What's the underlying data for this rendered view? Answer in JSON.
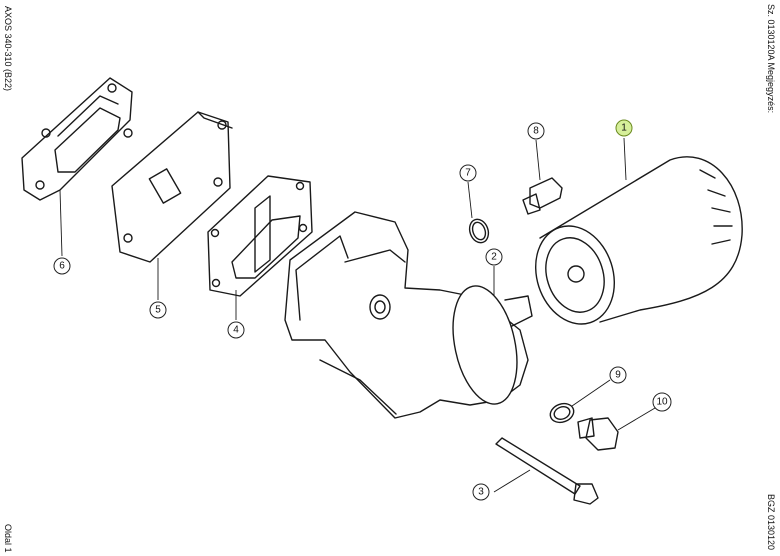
{
  "header": {
    "model_code": "AXOS 340-310 (B22)",
    "sheet_title": "Sz. 0130120A  Megjegyzés:"
  },
  "footer": {
    "page": "Oldal 1",
    "group_code": "BGZ 0130120"
  },
  "callouts": [
    {
      "id": "1",
      "highlighted": true
    },
    {
      "id": "2",
      "highlighted": false
    },
    {
      "id": "3",
      "highlighted": false
    },
    {
      "id": "4",
      "highlighted": false
    },
    {
      "id": "5",
      "highlighted": false
    },
    {
      "id": "6",
      "highlighted": false
    },
    {
      "id": "7",
      "highlighted": false
    },
    {
      "id": "8",
      "highlighted": false
    },
    {
      "id": "9",
      "highlighted": false
    },
    {
      "id": "10",
      "highlighted": false
    }
  ],
  "colors": {
    "highlight_fill": "#d6ef9a",
    "line": "#1a1a1a"
  }
}
